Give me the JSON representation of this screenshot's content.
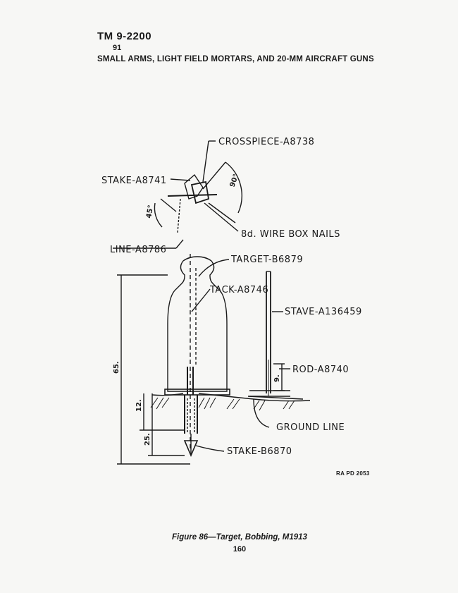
{
  "header": {
    "tm": "TM 9-2200",
    "section": "91",
    "title": "SMALL ARMS, LIGHT FIELD MORTARS, AND 20-MM AIRCRAFT GUNS"
  },
  "figure": {
    "labels": {
      "crosspiece": "CROSSPIECE-A8738",
      "stake_small": "STAKE-A8741",
      "nails": "8d. WIRE BOX NAILS",
      "line": "LINE-A8786",
      "target": "TARGET-B6879",
      "tack": "TACK-A8746",
      "stave": "STAVE-A136459",
      "rod": "ROD-A8740",
      "ground": "GROUND LINE",
      "stake_large": "STAKE-B6870"
    },
    "dimensions": {
      "angle_90": "90°",
      "angle_45": "45°",
      "height_65": "65.",
      "depth_12": "12.",
      "depth_25": "25.",
      "rod_9": "9."
    },
    "ref": "RA PD 2053"
  },
  "caption": "Figure 86—Target, Bobbing, M1913",
  "page_number": "160"
}
